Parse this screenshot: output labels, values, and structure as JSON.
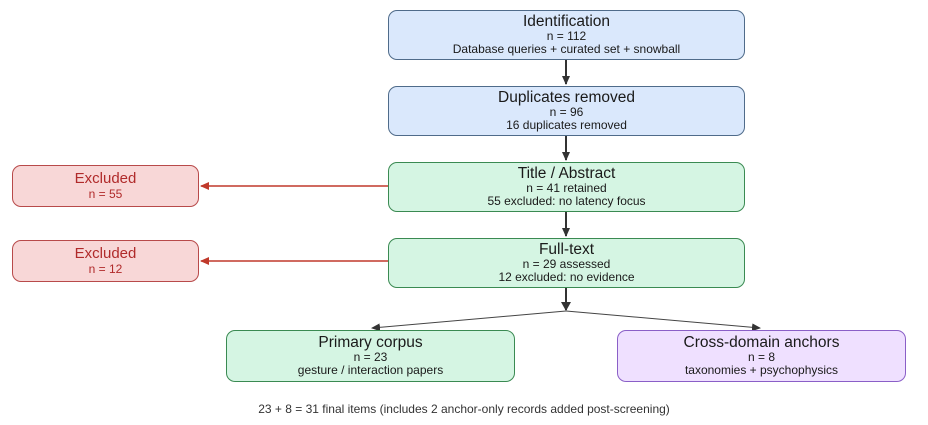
{
  "nodes": {
    "identification": {
      "title": "Identification",
      "count": "n = 112",
      "detail": "Database queries + curated set + snowball"
    },
    "duplicates": {
      "title": "Duplicates removed",
      "count": "n = 96",
      "detail": "16 duplicates removed"
    },
    "title_abstract": {
      "title": "Title / Abstract",
      "count": "n = 41 retained",
      "detail": "55 excluded: no latency focus"
    },
    "fulltext": {
      "title": "Full-text",
      "count": "n = 29 assessed",
      "detail": "12 excluded: no evidence"
    },
    "excluded_1": {
      "title": "Excluded",
      "count": "n = 55"
    },
    "excluded_2": {
      "title": "Excluded",
      "count": "n = 12"
    },
    "primary": {
      "title": "Primary corpus",
      "count": "n = 23",
      "detail": "gesture / interaction papers"
    },
    "cross": {
      "title": "Cross-domain anchors",
      "count": "n = 8",
      "detail": "taxonomies + psychophysics"
    }
  },
  "footnote": "23 + 8 = 31 final items (includes 2 anchor-only records added post-screening)",
  "colors": {
    "flow_fill": "#dae8fc",
    "screen_fill": "#d5f5e3",
    "excluded_fill": "#f8d7d7",
    "excluded_text": "#b02a2a",
    "anchor_fill": "#efe0ff"
  }
}
